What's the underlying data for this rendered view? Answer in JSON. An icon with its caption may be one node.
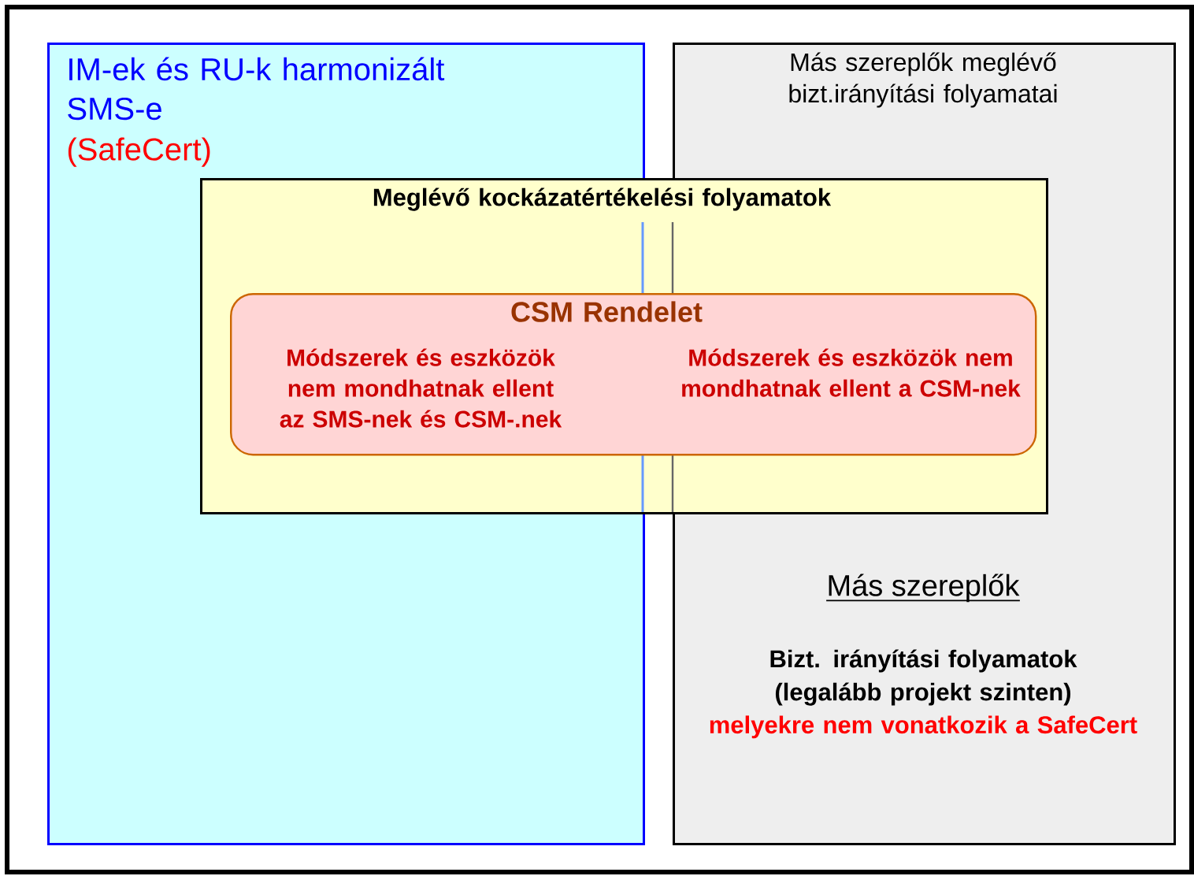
{
  "diagram": {
    "nodes": [
      {
        "text": [],
        "shape": "box"
      },
      {
        "text": [
          "IM-ek és RU-k harmonizált SMS-e",
          "(SafeCert)"
        ],
        "in": 0
      },
      {
        "text": [
          "Más szereplők meglévő bizt.irányítási folyamatai",
          "Más szereplők",
          "Bizt. irányítási folyamatok (legalább projekt szinten)",
          "melyekre nem vonatkozik a SafeCert"
        ],
        "in": 0
      },
      {
        "text": [
          "Meglévő kockázatértékelési folyamatok"
        ],
        "in": 0
      },
      {
        "text": [
          "CSM Rendelet",
          "Módszerek és eszközök nem mondhatnak ellent az SMS-nek és CSM-.nek",
          "Módszerek és eszközök nem mondhatnak ellent a CSM-nek"
        ],
        "in": 3
      }
    ]
  }
}
